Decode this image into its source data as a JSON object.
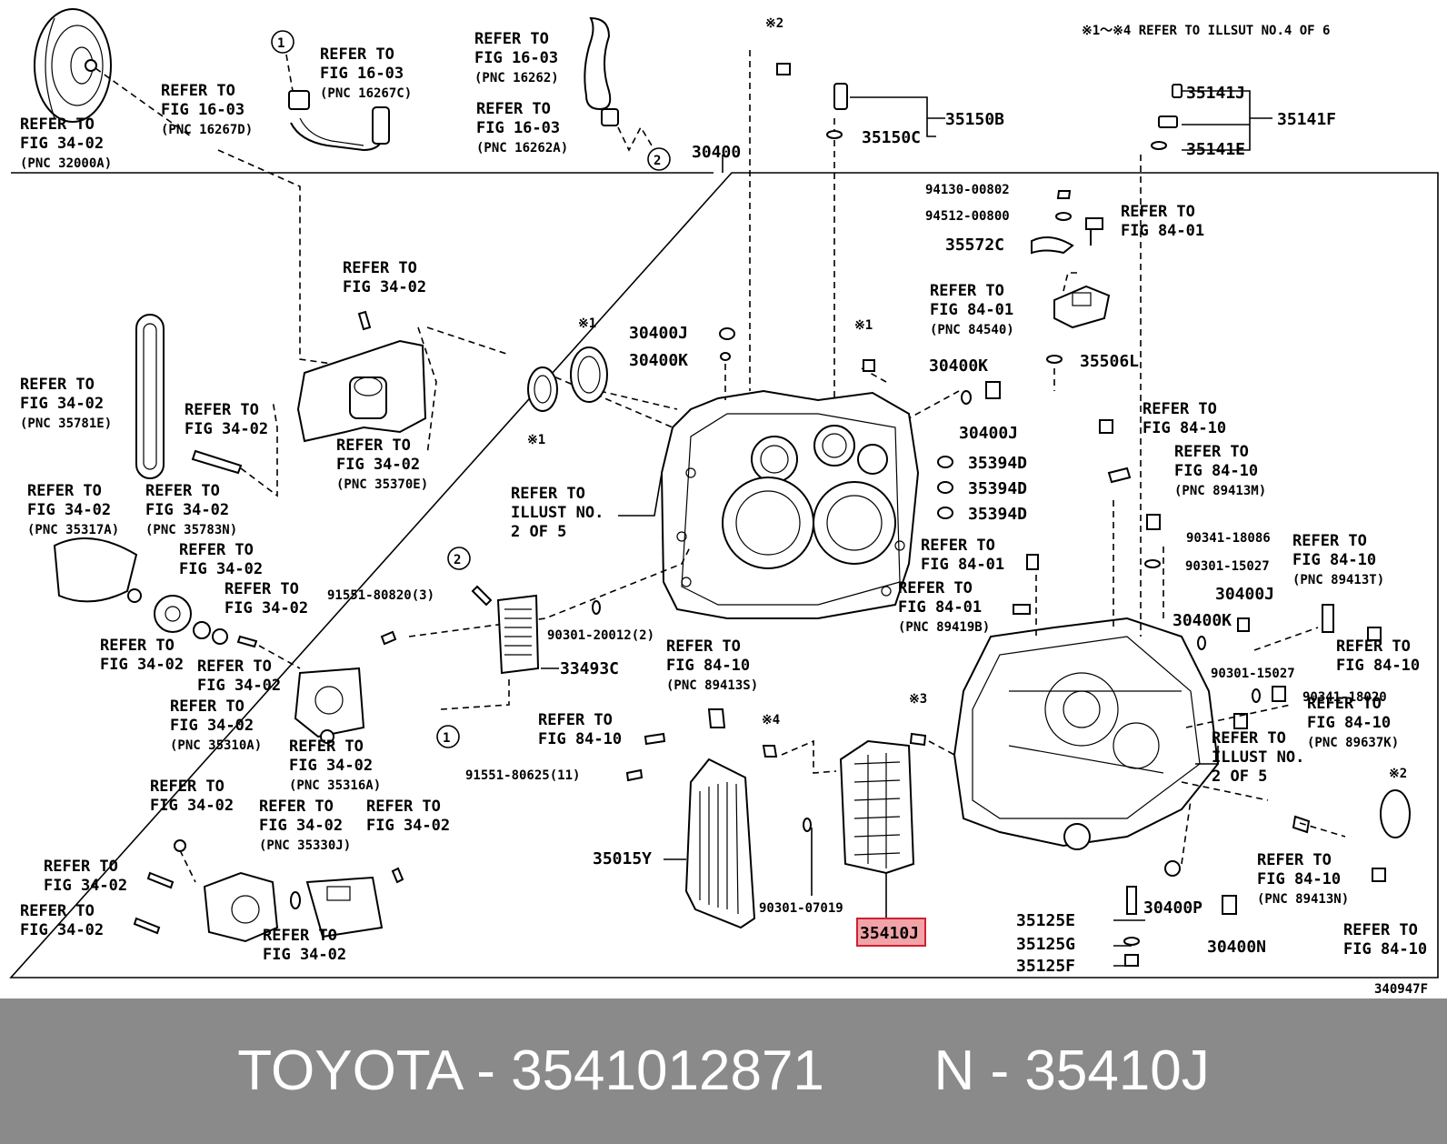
{
  "header_note": "※1〜※4 REFER TO ILLSUT NO.4 OF 6",
  "illustration_number": "340947F",
  "highlighted_part": "35410J",
  "banner": {
    "text": "TOYOTA - 3541012871       N - 35410J"
  },
  "callouts": [
    {
      "id": "c1",
      "lines": [
        "REFER TO",
        "FIG 34-02",
        "(PNC 32000A)"
      ]
    },
    {
      "id": "c2",
      "lines": [
        "REFER TO",
        "FIG 16-03",
        "(PNC 16267D)"
      ]
    },
    {
      "id": "c3",
      "lines": [
        "REFER TO",
        "FIG 16-03",
        "(PNC 16267C)"
      ]
    },
    {
      "id": "c4",
      "lines": [
        "REFER TO",
        "FIG 16-03",
        "(PNC 16262)"
      ]
    },
    {
      "id": "c5",
      "lines": [
        "REFER TO",
        "FIG 16-03",
        "(PNC 16262A)"
      ]
    },
    {
      "id": "c6",
      "lines": [
        "REFER TO",
        "FIG 34-02"
      ]
    },
    {
      "id": "c7",
      "lines": [
        "REFER TO",
        "FIG 34-02",
        "(PNC 35781E)"
      ]
    },
    {
      "id": "c8",
      "lines": [
        "REFER TO",
        "FIG 34-02"
      ]
    },
    {
      "id": "c9",
      "lines": [
        "REFER TO",
        "FIG 34-02",
        "(PNC 35370E)"
      ]
    },
    {
      "id": "c10",
      "lines": [
        "REFER TO",
        "FIG 34-02",
        "(PNC 35317A)"
      ]
    },
    {
      "id": "c11",
      "lines": [
        "REFER TO",
        "FIG 34-02",
        "(PNC 35783N)"
      ]
    },
    {
      "id": "c12",
      "lines": [
        "REFER TO",
        "FIG 34-02"
      ]
    },
    {
      "id": "c13",
      "lines": [
        "REFER TO",
        "FIG 34-02"
      ]
    },
    {
      "id": "c14",
      "lines": [
        "REFER TO",
        "FIG 34-02"
      ]
    },
    {
      "id": "c15",
      "lines": [
        "REFER TO",
        "FIG 34-02"
      ]
    },
    {
      "id": "c16",
      "lines": [
        "REFER TO",
        "FIG 34-02",
        "(PNC 35310A)"
      ]
    },
    {
      "id": "c17",
      "lines": [
        "REFER TO",
        "FIG 34-02",
        "(PNC 35316A)"
      ]
    },
    {
      "id": "c18",
      "lines": [
        "REFER TO",
        "FIG 34-02"
      ]
    },
    {
      "id": "c19",
      "lines": [
        "REFER TO",
        "FIG 34-02",
        "(PNC 35330J)"
      ]
    },
    {
      "id": "c20",
      "lines": [
        "REFER TO",
        "FIG 34-02"
      ]
    },
    {
      "id": "c21",
      "lines": [
        "REFER TO",
        "FIG 34-02"
      ]
    },
    {
      "id": "c22",
      "lines": [
        "REFER TO",
        "FIG 34-02"
      ]
    },
    {
      "id": "c23",
      "lines": [
        "REFER TO",
        "FIG 34-02"
      ]
    },
    {
      "id": "c24",
      "lines": [
        "REFER TO",
        "ILLUST NO.",
        "2 OF 5"
      ]
    },
    {
      "id": "c25",
      "lines": [
        "REFER TO",
        "FIG 84-10",
        "(PNC 89413S)"
      ]
    },
    {
      "id": "c26",
      "lines": [
        "REFER TO",
        "FIG 84-10"
      ]
    },
    {
      "id": "c27",
      "lines": [
        "REFER TO",
        "FIG 84-01"
      ]
    },
    {
      "id": "c28",
      "lines": [
        "REFER TO",
        "FIG 84-01",
        "(PNC 84540)"
      ]
    },
    {
      "id": "c29",
      "lines": [
        "REFER TO",
        "FIG 84-01"
      ]
    },
    {
      "id": "c30",
      "lines": [
        "REFER TO",
        "FIG 84-01",
        "(PNC 89419B)"
      ]
    },
    {
      "id": "c31",
      "lines": [
        "REFER TO",
        "FIG 84-10"
      ]
    },
    {
      "id": "c32",
      "lines": [
        "REFER TO",
        "FIG 84-10",
        "(PNC 89413M)"
      ]
    },
    {
      "id": "c33",
      "lines": [
        "REFER TO",
        "FIG 84-10",
        "(PNC 89413T)"
      ]
    },
    {
      "id": "c34",
      "lines": [
        "REFER TO",
        "FIG 84-10"
      ]
    },
    {
      "id": "c35",
      "lines": [
        "REFER TO",
        "FIG 84-10",
        "(PNC 89637K)"
      ]
    },
    {
      "id": "c36",
      "lines": [
        "REFER TO",
        "ILLUST NO.",
        "2 OF 5"
      ]
    },
    {
      "id": "c37",
      "lines": [
        "REFER TO",
        "FIG 84-10",
        "(PNC 89413N)"
      ]
    },
    {
      "id": "c38",
      "lines": [
        "REFER TO",
        "FIG 84-10"
      ]
    }
  ],
  "part_labels": [
    {
      "id": "p1",
      "text": "30400"
    },
    {
      "id": "p2",
      "text": "35150B"
    },
    {
      "id": "p3",
      "text": "35150C"
    },
    {
      "id": "p4",
      "text": "35141J"
    },
    {
      "id": "p5",
      "text": "35141F"
    },
    {
      "id": "p6",
      "text": "35141E"
    },
    {
      "id": "p7",
      "text": "94130-00802"
    },
    {
      "id": "p8",
      "text": "94512-00800"
    },
    {
      "id": "p9",
      "text": "35572C"
    },
    {
      "id": "p10",
      "text": "35506L"
    },
    {
      "id": "p11",
      "text": "30400J"
    },
    {
      "id": "p12",
      "text": "30400K"
    },
    {
      "id": "p13",
      "text": "30400K"
    },
    {
      "id": "p14",
      "text": "30400J"
    },
    {
      "id": "p15",
      "text": "35394D"
    },
    {
      "id": "p16",
      "text": "35394D"
    },
    {
      "id": "p17",
      "text": "35394D"
    },
    {
      "id": "p18",
      "text": "91551-80820(3)"
    },
    {
      "id": "p19",
      "text": "90301-20012(2)"
    },
    {
      "id": "p20",
      "text": "33493C"
    },
    {
      "id": "p21",
      "text": "91551-80625(11)"
    },
    {
      "id": "p22",
      "text": "35015Y"
    },
    {
      "id": "p23",
      "text": "90301-07019"
    },
    {
      "id": "p24",
      "text": "35410J"
    },
    {
      "id": "p25",
      "text": "90341-18086"
    },
    {
      "id": "p26",
      "text": "90301-15027"
    },
    {
      "id": "p27",
      "text": "30400J"
    },
    {
      "id": "p28",
      "text": "30400K"
    },
    {
      "id": "p29",
      "text": "90301-15027"
    },
    {
      "id": "p30",
      "text": "90341-18020"
    },
    {
      "id": "p31",
      "text": "35125E"
    },
    {
      "id": "p32",
      "text": "35125G"
    },
    {
      "id": "p33",
      "text": "35125F"
    },
    {
      "id": "p34",
      "text": "30400P"
    },
    {
      "id": "p35",
      "text": "30400N"
    }
  ],
  "markers": [
    {
      "id": "m1",
      "text": "1"
    },
    {
      "id": "m2",
      "text": "2"
    },
    {
      "id": "m3",
      "text": "2"
    },
    {
      "id": "m4",
      "text": "1"
    },
    {
      "id": "k1",
      "text": "※2"
    },
    {
      "id": "k2",
      "text": "※1"
    },
    {
      "id": "k3",
      "text": "※1"
    },
    {
      "id": "k4",
      "text": "※1"
    },
    {
      "id": "k5",
      "text": "※3"
    },
    {
      "id": "k6",
      "text": "※4"
    },
    {
      "id": "k7",
      "text": "※2"
    }
  ]
}
